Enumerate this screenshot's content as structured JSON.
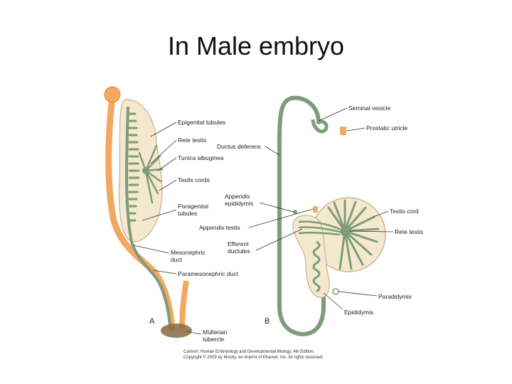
{
  "slide": {
    "title": "In Male embryo"
  },
  "colors": {
    "duct_green": "#7d9c7a",
    "tissue_beige": "#f4e9cf",
    "tissue_outline": "#c9b28a",
    "paramesonephric_orange": "#f2a860",
    "tubercle_brown": "#8a6a3f"
  },
  "figure": {
    "panel_a": {
      "label": "A",
      "labels": {
        "epigenital": "Epigenital tubules",
        "rete_testis": "Rete testis",
        "tunica": "Tunica albuginea",
        "testis_cords": "Testis cords",
        "paragenital_1": "Paragenital",
        "paragenital_2": "tubules",
        "mesonephric_1": "Mesonephric",
        "mesonephric_2": "duct",
        "paramesonephric": "Paramesonephric duct",
        "mullerian_1": "Müllerian",
        "mullerian_2": "tubercle"
      }
    },
    "panel_b": {
      "label": "B",
      "labels": {
        "seminal_vesicle": "Seminal vesicle",
        "prostatic_utricle": "Prostatic utricle",
        "ductus_deferens": "Ductus deferens",
        "appendix_epididymis_1": "Appendix",
        "appendix_epididymis_2": "epididymis",
        "testis_cord": "Testis cord",
        "appendix_testis": "Appendix testis",
        "rete_testis": "Rete testis",
        "efferent_1": "Efferent",
        "efferent_2": "ductules",
        "paradidymis": "Paradidymis",
        "epididymis": "Epididymis"
      }
    },
    "credit": {
      "line1": "Carlson: Human Embryology and Developmental Biology, 4th Edition.",
      "line2": "Copyright © 2009 by Mosby, an imprint of Elsevier, Inc. All rights reserved."
    }
  }
}
